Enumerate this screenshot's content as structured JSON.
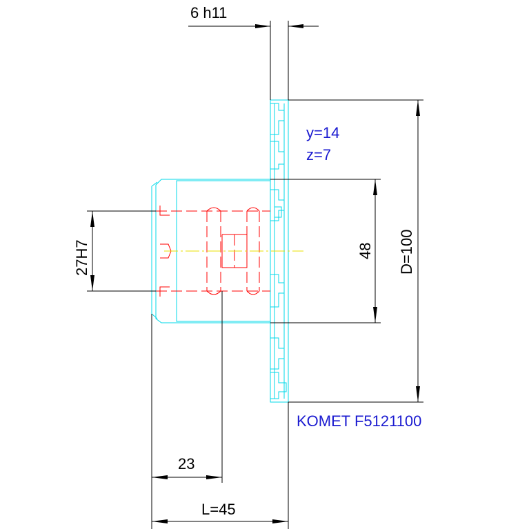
{
  "drawing": {
    "dimensions": {
      "slot_width": "6 h11",
      "bore": "27H7",
      "hub_diameter": "48",
      "cutter_diameter": "D=100",
      "hub_offset": "23",
      "overall_length": "L=45"
    },
    "annotations": {
      "teeth_y": "y=14",
      "teeth_z": "z=7",
      "part_number": "KOMET F5121100"
    },
    "colors": {
      "dimension": "#000000",
      "outline": "#00d8e8",
      "hidden": "#ff0000",
      "centerline": "#e8e000",
      "annotation": "#1a1ad0"
    }
  }
}
